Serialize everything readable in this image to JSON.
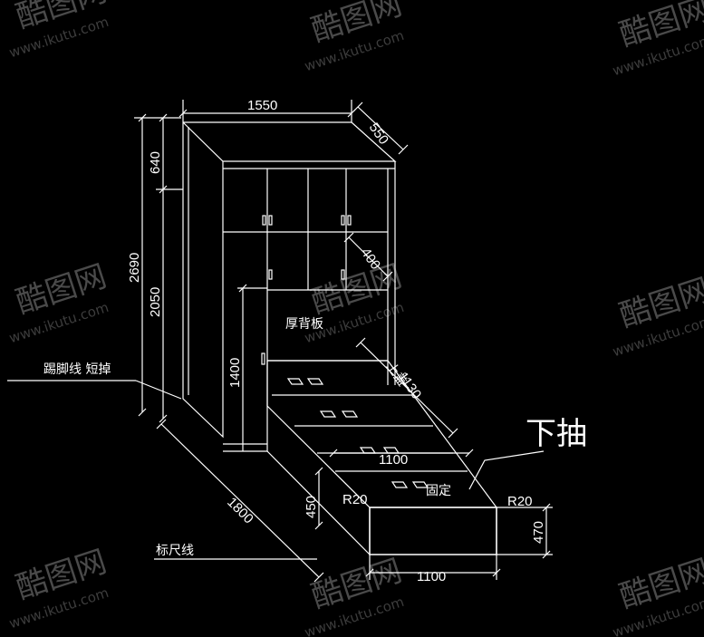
{
  "watermark": {
    "brand": "酷图网",
    "url": "www.ikutu.com"
  },
  "dimensions": {
    "top_width": "1550",
    "top_depth": "550",
    "total_height": "2690",
    "upper_height": "640",
    "lower_height": "2050",
    "shelf_depth": "400",
    "door_height": "1400",
    "bed_length": "1800",
    "bed_width_top": "1100",
    "bed_width_bottom": "1100",
    "drawer_height": "450",
    "bed_inner": "1130",
    "bed_side_height": "470",
    "radius_left": "R20",
    "radius_right": "R20"
  },
  "labels": {
    "back_panel": "厚背板",
    "skirting": "踢脚线 短掉",
    "top_cover": "上盖",
    "fixed": "固定",
    "lower_drawer": "下抽",
    "ruler_line": "标尺线"
  }
}
